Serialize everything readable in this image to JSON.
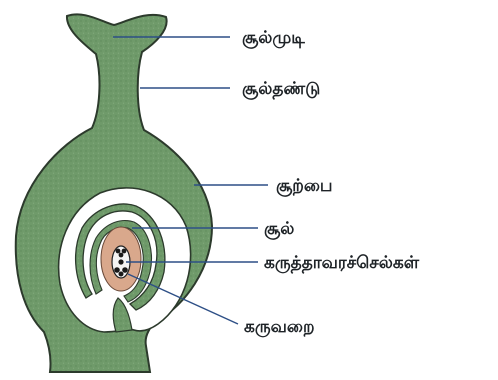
{
  "diagram": {
    "colors": {
      "tissue": "#6f9a6a",
      "tissue_outline": "#2c3a2c",
      "nucellus": "#d9a88c",
      "embryo_sac": "#f4f4f4",
      "leader_line": "#2d4f86",
      "label_text": "#1e2327"
    },
    "labels": {
      "stigma": "சூல்முடி",
      "style": "சூல்தண்டு",
      "ovary": "சூற்பை",
      "ovule": "சூல்",
      "embryo_sac_cells": "கருத்தாவரச்செல்கள்",
      "embryo_sac": "கருவறை"
    }
  }
}
